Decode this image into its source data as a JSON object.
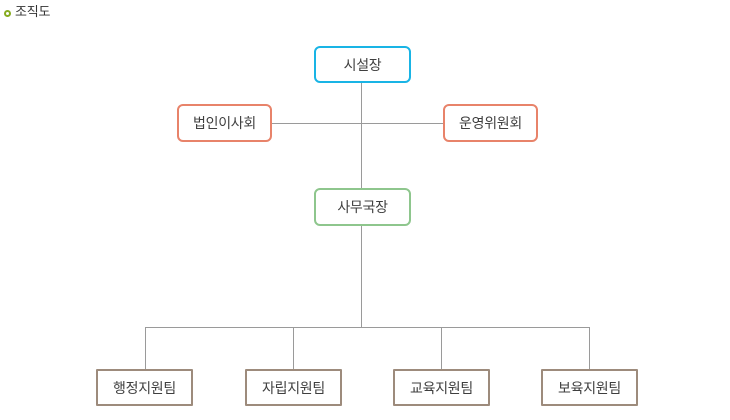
{
  "page": {
    "heading": "조직도",
    "bullet_icon": "bullet-ring-icon",
    "bullet_color": "#86ab1f",
    "background": "#ffffff"
  },
  "chart_colors": {
    "facility_head_border": "#19b4e5",
    "board_border": "#e8836a",
    "committee_border": "#e8836a",
    "director_border": "#8ec68d",
    "team_border": "#9d8b7c",
    "connector_line": "#9a9a9a",
    "node_text": "#3f3f3f"
  },
  "org_chart": {
    "top": {
      "label": "시설장"
    },
    "side": {
      "left": {
        "label": "법인이사회"
      },
      "right": {
        "label": "운영위원회"
      }
    },
    "middle": {
      "label": "사무국장"
    },
    "teams": [
      {
        "label": "행정지원팀"
      },
      {
        "label": "자립지원팀"
      },
      {
        "label": "교육지원팀"
      },
      {
        "label": "보육지원팀"
      }
    ]
  }
}
